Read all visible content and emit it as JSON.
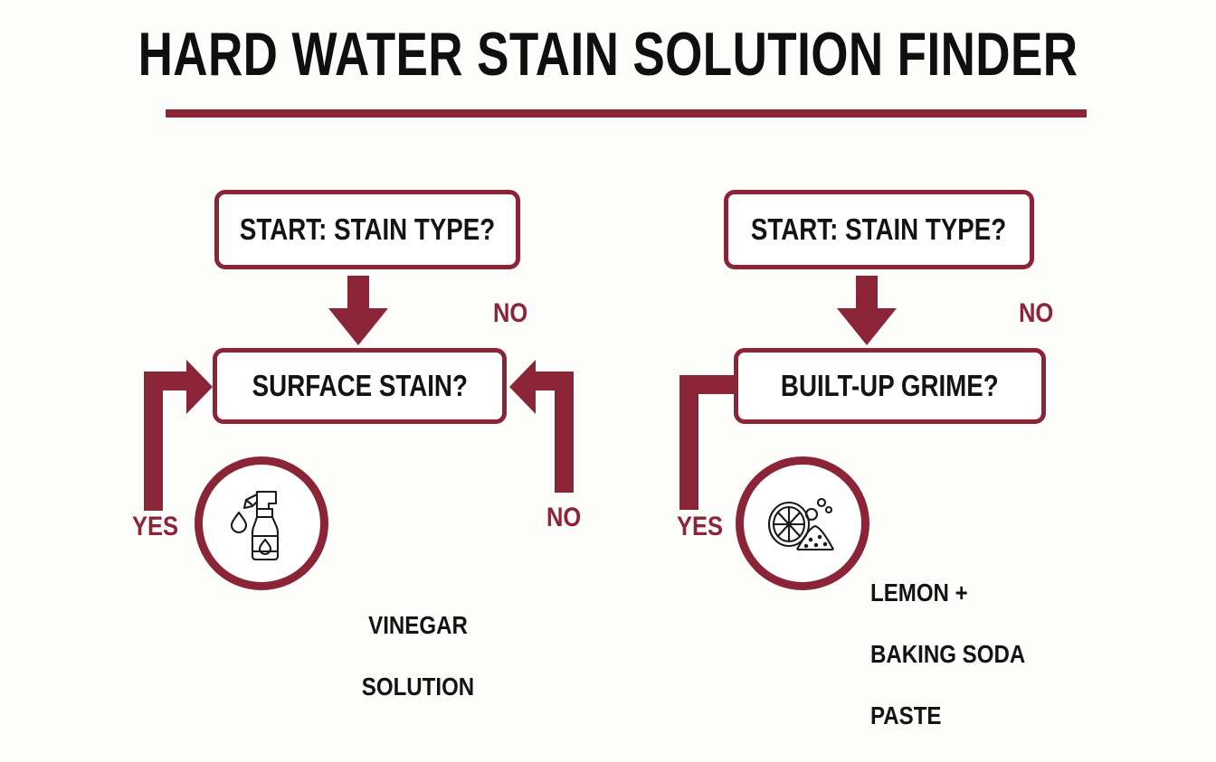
{
  "header": {
    "title": "HARD WATER STAIN SOLUTION FINDER",
    "rule_color": "#8c2437"
  },
  "theme": {
    "accent": "#8c2437",
    "text": "#131313",
    "background": "#fdfdfc",
    "node_fill": "#ffffff"
  },
  "chart_data": {
    "type": "flowchart",
    "title": "HARD WATER STAIN SOLUTION FINDER",
    "branches": [
      {
        "id": "left",
        "start": "START: STAIN TYPE?",
        "decision": "SURFACE STAIN?",
        "yes_label": "YES",
        "no_label": "NO",
        "no_label_secondary": "NO",
        "outcome_icon": "spray-bottle-icon",
        "outcome": "VINEGAR\nSOLUTION"
      },
      {
        "id": "right",
        "start": "START: STAIN TYPE?",
        "decision": "BUILT-UP GRIME?",
        "yes_label": "YES",
        "no_label": "NO",
        "outcome_icon": "lemon-baking-soda-icon",
        "outcome": "LEMON +\nBAKING SODA\nPASTE"
      }
    ]
  },
  "nodes": {
    "start_left": "START: STAIN TYPE?",
    "start_right": "START: STAIN TYPE?",
    "surface_stain": "SURFACE STAIN?",
    "built_up_grime": "BUILT-UP GRIME?"
  },
  "flags": {
    "no_left_top": "NO",
    "yes_left": "YES",
    "no_left_bottom": "NO",
    "no_right_top": "NO",
    "yes_right": "YES"
  },
  "outcomes": {
    "vinegar_line1": "VINEGAR",
    "vinegar_line2": "SOLUTION",
    "lemon_line1": "LEMON +",
    "lemon_line2": "BAKING SODA",
    "lemon_line3": "PASTE"
  },
  "icons": {
    "spray_bottle": "spray-bottle-icon",
    "lemon_baking_soda": "lemon-baking-soda-icon"
  }
}
